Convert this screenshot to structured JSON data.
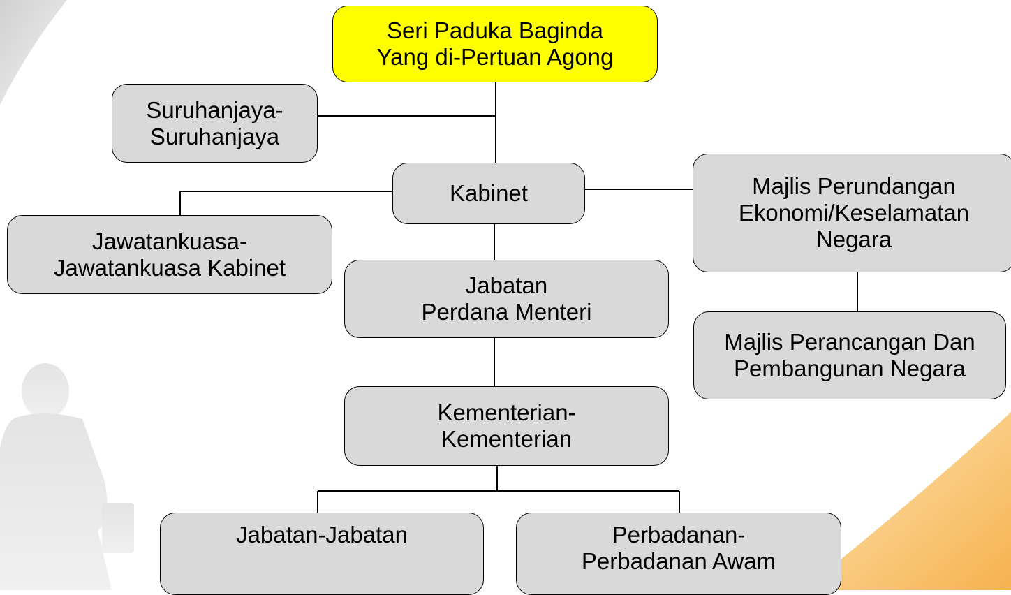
{
  "colors": {
    "box_fill": "#d9d9d9",
    "root_fill": "#ffff00",
    "outline": "#000000",
    "connector": "#000000",
    "background_gray": "#e3e3e3",
    "background_orange": "#f9c66b"
  },
  "nodes": {
    "agong": {
      "line1": "Seri Paduka Baginda",
      "line2": "Yang di-Pertuan Agong"
    },
    "suruhanjaya": {
      "line1": "Suruhanjaya-",
      "line2": "Suruhanjaya"
    },
    "kabinet": {
      "line1": "Kabinet"
    },
    "majlis_perundangan": {
      "line1": "Majlis Perundangan",
      "line2": "Ekonomi/Keselamatan",
      "line3": "Negara"
    },
    "jawatankuasa": {
      "line1": "Jawatankuasa-",
      "line2": "Jawatankuasa Kabinet"
    },
    "jabatan_pm": {
      "line1": "Jabatan",
      "line2": "Perdana Menteri"
    },
    "majlis_perancangan": {
      "line1": "Majlis Perancangan Dan",
      "line2": "Pembangunan Negara"
    },
    "kementerian": {
      "line1": "Kementerian-",
      "line2": "Kementerian"
    },
    "jabatan_jabatan": {
      "line1": "Jabatan-Jabatan"
    },
    "perbadanan": {
      "line1": "Perbadanan-",
      "line2": "Perbadanan Awam"
    }
  }
}
